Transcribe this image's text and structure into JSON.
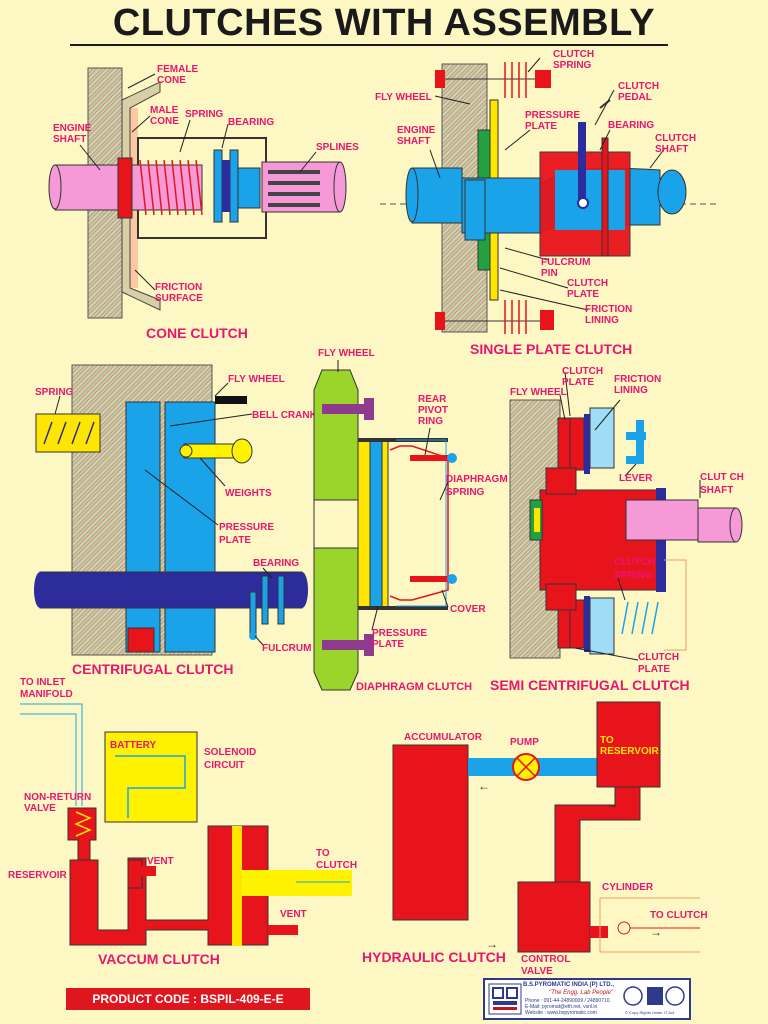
{
  "title": "CLUTCHES WITH ASSEMBLY",
  "colors": {
    "background": "#fdf7c4",
    "label": "#e8166e",
    "red": "#e8141c",
    "blue": "#1aa3e8",
    "navy": "#2c2c9c",
    "pink": "#f59ad6",
    "green": "#9bd42a",
    "yellow": "#fff200"
  },
  "cone": {
    "caption": "CONE CLUTCH",
    "female_cone": [
      "FEMALE",
      "CONE"
    ],
    "male_cone": [
      "MALE",
      "CONE"
    ],
    "spring": "SPRING",
    "bearing": "BEARING",
    "engine_shaft": [
      "ENGINE",
      "SHAFT"
    ],
    "splines": "SPLINES",
    "friction_surface": [
      "FRICTION",
      "SURFACE"
    ]
  },
  "single": {
    "caption": "SINGLE PLATE CLUTCH",
    "clutch_spring": [
      "CLUTCH",
      "SPRING"
    ],
    "clutch_pedal": [
      "CLUTCH",
      "PEDAL"
    ],
    "fly_wheel": "FLY WHEEL",
    "pressure_plate": [
      "PRESSURE",
      "PLATE"
    ],
    "bearing": "BEARING",
    "engine_shaft": [
      "ENGINE",
      "SHAFT"
    ],
    "clutch_shaft": [
      "CLUTCH",
      "SHAFT"
    ],
    "fulcrum_pin": [
      "FULCRUM",
      "PIN"
    ],
    "clutch_plate": [
      "CLUTCH",
      "PLATE"
    ],
    "friction_lining": [
      "FRICTION",
      "LINING"
    ]
  },
  "centrifugal": {
    "caption": "CENTRIFUGAL CLUTCH",
    "spring": "SPRING",
    "fly_wheel": "FLY WHEEL",
    "bell_crank": "BELL CRANK",
    "weights": "WEIGHTS",
    "pressure_plate": [
      "PRESSURE",
      "PLATE"
    ],
    "bearing": "BEARING",
    "fulcrum": "FULCRUM"
  },
  "diaphragm": {
    "caption": "DIAPHRAGM CLUTCH",
    "fly_wheel": "FLY WHEEL",
    "rear_pivot_ring": [
      "REAR",
      "PIVOT",
      "RING"
    ],
    "diaphragm_spring": [
      "DIAPHRAGM",
      "SPRING"
    ],
    "cover": "COVER",
    "pressure_plate": [
      "PRESSURE",
      "PLATE"
    ]
  },
  "semi": {
    "caption": "SEMI CENTRIFUGAL CLUTCH",
    "clutch_plate_top": [
      "CLUTCH",
      "PLATE"
    ],
    "friction_lining": [
      "FRICTION",
      "LINING"
    ],
    "fly_wheel": "FLY WHEEL",
    "lever": "LEVER",
    "clutch_shaft": [
      "CLUT CH",
      "SHAFT"
    ],
    "clutch_spring": [
      "CLUTCH",
      "SPRING"
    ],
    "clutch_plate_bottom": [
      "CLUTCH",
      "PLATE"
    ]
  },
  "vacuum": {
    "caption": "VACCUM CLUTCH",
    "to_inlet_manifold": [
      "TO INLET",
      "MANIFOLD"
    ],
    "battery": "BATTERY",
    "solenoid_circuit": [
      "SOLENOID",
      "CIRCUIT"
    ],
    "non_return_valve": [
      "NON-RETURN",
      "VALVE"
    ],
    "vent_top": "VENT",
    "to_clutch": [
      "TO",
      "CLUTCH"
    ],
    "reservoir": "RESERVOIR",
    "vent_bottom": "VENT"
  },
  "hydraulic": {
    "caption": "HYDRAULIC CLUTCH",
    "accumulator": "ACCUMULATOR",
    "pump": "PUMP",
    "to_reservoir": [
      "TO",
      "RESERVOIR"
    ],
    "cylinder": "CYLINDER",
    "to_clutch": "TO CLUTCH",
    "control_valve": [
      "CONTROL",
      "VALVE"
    ]
  },
  "product_code": "PRODUCT CODE : BSPIL-409-E-E",
  "company": {
    "name": "B.S.PYROMATIC INDIA (P) LTD.,",
    "tagline": "\"The Engg. Lab People\"",
    "phone": "Phone : 091-44-24890009 / 24890710.",
    "email": "E-Mail: pyromat@eth.net, vsnl.in",
    "website": "Website : www.bspyromatic.com",
    "copyright": "© Copy Rights Under IT Act"
  }
}
